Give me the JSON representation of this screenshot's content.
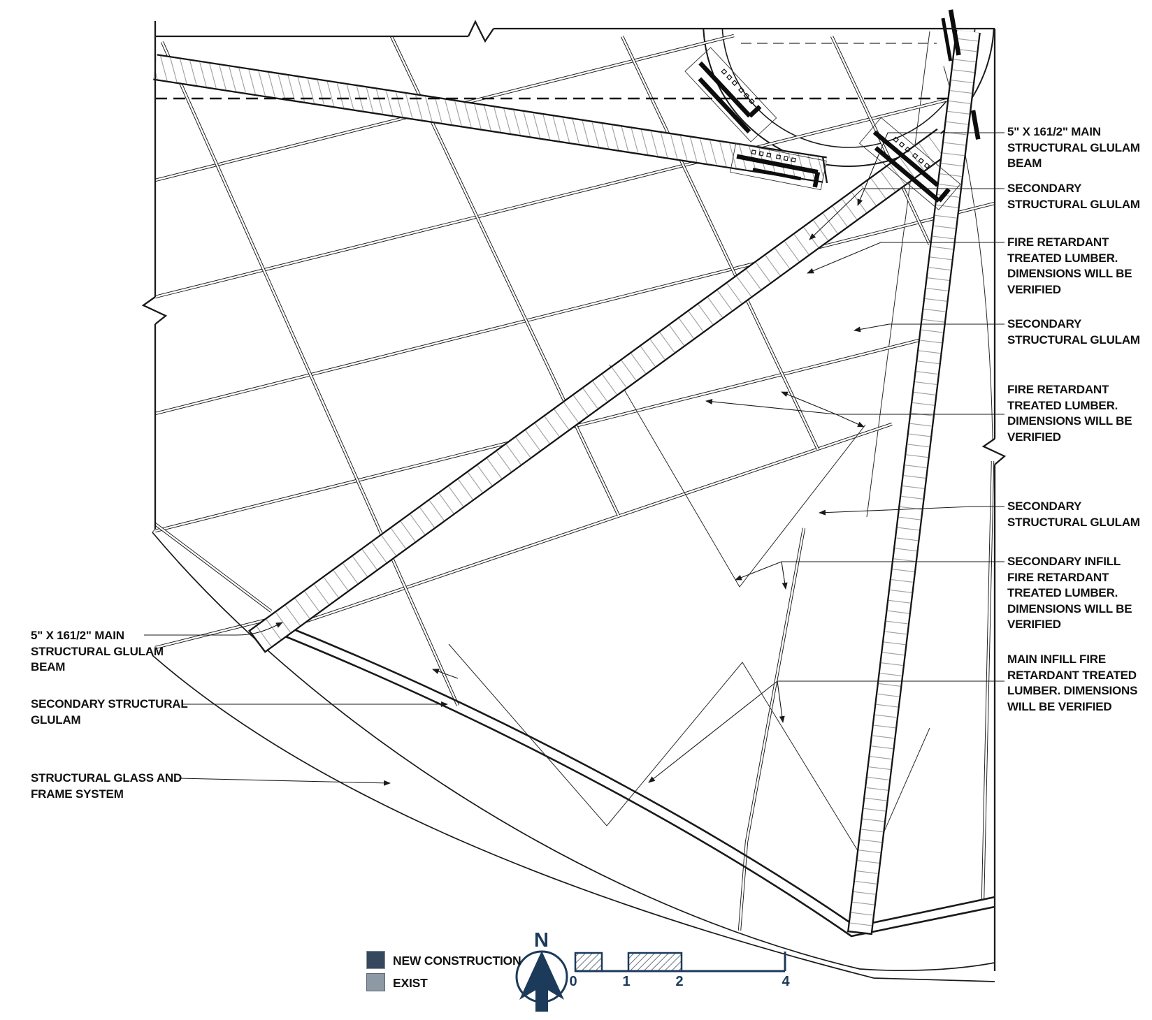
{
  "drawing": {
    "type": "structural roof framing plan over curved glass system",
    "colors": {
      "ink": "#1a1a1a",
      "hatch": "#9b9b9b",
      "navy": "#1c3a5a",
      "new_construction": "#35485e",
      "exist": "#8d99a4"
    }
  },
  "annotations": {
    "right": [
      {
        "id": "main-glulam-beam",
        "text": "5\" X  161/2\"  MAIN\nSTRUCTURAL GLULAM\nBEAM"
      },
      {
        "id": "secondary-glulam-1",
        "text": "SECONDARY\nSTRUCTURAL GLULAM"
      },
      {
        "id": "fire-retardant-1",
        "text": "FIRE RETARDANT\nTREATED LUMBER.\nDIMENSIONS WILL BE\nVERIFIED"
      },
      {
        "id": "secondary-glulam-2",
        "text": "SECONDARY\nSTRUCTURAL GLULAM"
      },
      {
        "id": "fire-retardant-2",
        "text": "FIRE RETARDANT\nTREATED LUMBER.\nDIMENSIONS WILL BE\nVERIFIED"
      },
      {
        "id": "secondary-glulam-3",
        "text": "SECONDARY\nSTRUCTURAL GLULAM"
      },
      {
        "id": "secondary-infill",
        "text": "SECONDARY INFILL\nFIRE RETARDANT\nTREATED LUMBER.\nDIMENSIONS WILL BE\nVERIFIED"
      },
      {
        "id": "main-infill",
        "text": "MAIN INFILL FIRE\nRETARDANT TREATED\nLUMBER. DIMENSIONS\nWILL BE VERIFIED"
      }
    ],
    "left": [
      {
        "id": "main-glulam-beam-left",
        "text": "5\" X  161/2\"  MAIN\nSTRUCTURAL GLULAM\nBEAM"
      },
      {
        "id": "secondary-glulam-left",
        "text": "SECONDARY STRUCTURAL\nGLULAM"
      },
      {
        "id": "structural-glass-frame",
        "text": "STRUCTURAL GLASS AND\nFRAME SYSTEM"
      }
    ]
  },
  "legend": {
    "items": [
      {
        "id": "new-construction",
        "label": "NEW CONSTRUCTION",
        "color": "#35485e"
      },
      {
        "id": "exist",
        "label": "EXIST",
        "color": "#8d99a4"
      }
    ]
  },
  "compass": {
    "label": "N"
  },
  "scale_bar": {
    "ticks": [
      "0",
      "1",
      "2",
      "4"
    ]
  }
}
